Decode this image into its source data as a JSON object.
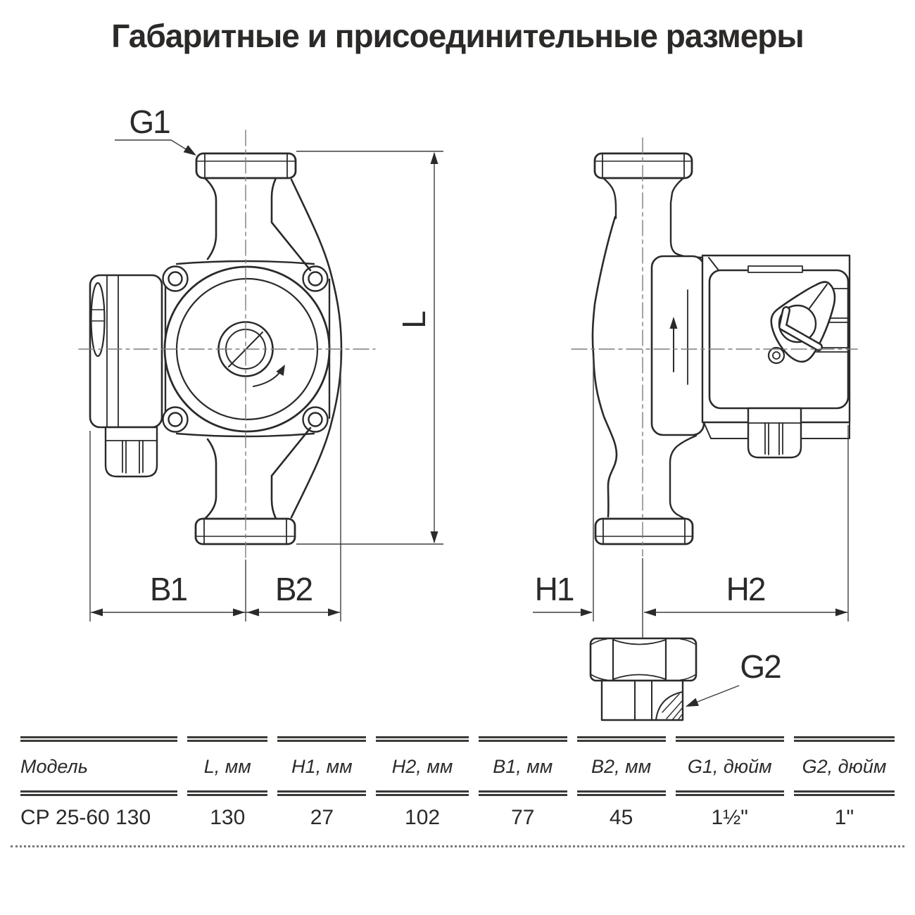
{
  "title": "Габаритные и присоединительные размеры",
  "drawing": {
    "labels": {
      "g1": "G1",
      "l": "L",
      "b1": "B1",
      "b2": "B2",
      "h1": "H1",
      "h2": "H2",
      "g2": "G2"
    }
  },
  "table": {
    "columns": [
      "Модель",
      "L, мм",
      "H1, мм",
      "H2, мм",
      "B1, мм",
      "B2, мм",
      "G1, дюйм",
      "G2, дюйм"
    ],
    "rows": [
      [
        "СР 25-60 130",
        "130",
        "27",
        "102",
        "77",
        "45",
        "1½\"",
        "1\""
      ]
    ]
  },
  "colors": {
    "ink": "#2b2a29",
    "dim_line": "#3f3f3f",
    "centerline": "#7d7d7d"
  }
}
